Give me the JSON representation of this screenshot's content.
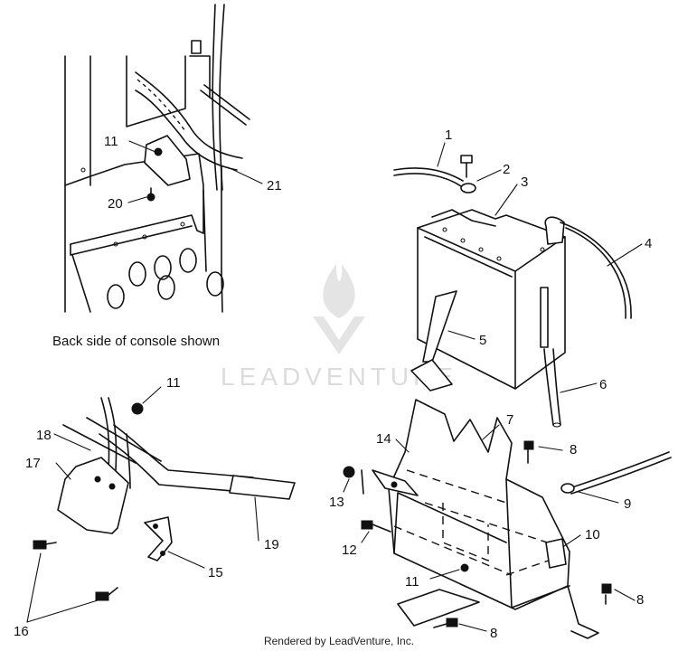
{
  "caption": "Back side of console shown",
  "watermark": "LEADVENTURE",
  "credit": "Rendered by LeadVenture, Inc.",
  "callouts": {
    "c1": "1",
    "c2": "2",
    "c3": "3",
    "c4": "4",
    "c5": "5",
    "c6": "6",
    "c7": "7",
    "c8a": "8",
    "c8b": "8",
    "c8c": "8",
    "c9": "9",
    "c10": "10",
    "c11a": "11",
    "c11b": "11",
    "c11c": "11",
    "c12": "12",
    "c13": "13",
    "c14": "14",
    "c15": "15",
    "c16": "16",
    "c17": "17",
    "c18": "18",
    "c19": "19",
    "c20": "20",
    "c21": "21"
  }
}
